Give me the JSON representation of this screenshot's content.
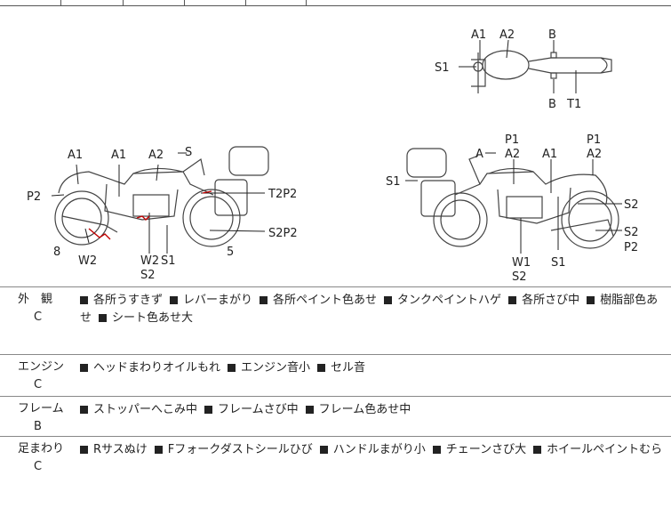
{
  "diagram": {
    "top_view": {
      "labels": [
        "A1",
        "A2",
        "B",
        "S1",
        "B",
        "T1"
      ]
    },
    "left_view": {
      "labels": [
        "A1",
        "A1",
        "A2",
        "S",
        "P2",
        "T2P2",
        "S2P2",
        "8",
        "W2",
        "W2",
        "S1",
        "S2",
        "5"
      ]
    },
    "right_view": {
      "labels": [
        "P1",
        "P1",
        "A",
        "A2",
        "A1",
        "A2",
        "S1",
        "S2",
        "W1",
        "S1",
        "S2",
        "P2",
        "S2"
      ]
    }
  },
  "report": {
    "rows": [
      {
        "category": "外　観",
        "grade": "C",
        "items": [
          "各所うすきず",
          "レバーまがり",
          "各所ペイント色あせ",
          "タンクペイントハゲ",
          "各所さび中",
          "樹脂部色あせ",
          "シート色あせ大"
        ]
      },
      {
        "category": "エンジン",
        "grade": "C",
        "items": [
          "ヘッドまわりオイルもれ",
          "エンジン音小",
          "セル音"
        ]
      },
      {
        "category": "フレーム",
        "grade": "B",
        "items": [
          "ストッパーへこみ中",
          "フレームさび中",
          "フレーム色あせ中"
        ]
      },
      {
        "category": "足まわり",
        "grade": "C",
        "items": [
          "Rサスぬけ",
          "Fフォークダストシールひび",
          "ハンドルまがり小",
          "チェーンさび大",
          "ホイールペイントむら"
        ]
      }
    ]
  }
}
